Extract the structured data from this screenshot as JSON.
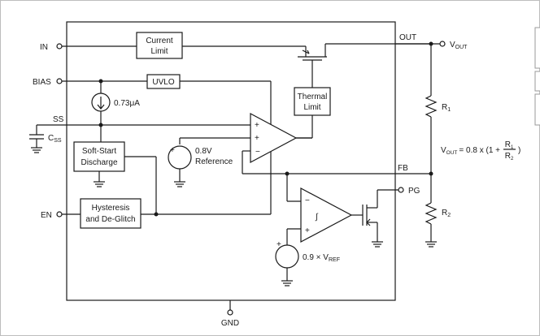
{
  "pins": {
    "in": "IN",
    "bias": "BIAS",
    "ss": "SS",
    "en": "EN",
    "gnd": "GND",
    "out": "OUT",
    "fb": "FB",
    "pg": "PG"
  },
  "external": {
    "vout_main": "V",
    "vout_sub": "OUT",
    "css_main": "C",
    "css_sub": "SS",
    "r1_main": "R",
    "r1_sub": "1",
    "r2_main": "R",
    "r2_sub": "2",
    "equation": {
      "v": "V",
      "sub": "OUT",
      "rhs": "= 0.8 x (1 +",
      "num": "R",
      "num_sub": "1",
      "den": "R",
      "den_sub": "2",
      "close": ")"
    }
  },
  "blocks": {
    "current_limit": [
      "Current",
      "Limit"
    ],
    "uvlo": "UVLO",
    "thermal_limit": [
      "Thermal",
      "Limit"
    ],
    "current_source": "0.73μA",
    "soft_start": [
      "Soft-Start",
      "Discharge"
    ],
    "reference": [
      "0.8V",
      "Reference"
    ],
    "hysteresis": [
      "Hysteresis",
      "and De-Glitch"
    ],
    "pg_ref_main": "0.9 × V",
    "pg_ref_sub": "REF"
  },
  "amp": {
    "plus1": "+",
    "plus2": "+",
    "minus": "−",
    "cmp_minus": "−",
    "cmp_plus": "+",
    "cmp_symbol": "∫"
  },
  "vsrc": {
    "plus": "+",
    "minus": "−"
  }
}
